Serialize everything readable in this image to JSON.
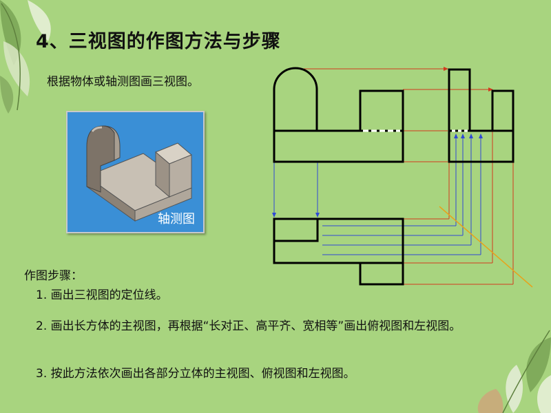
{
  "title": "4、三视图的作图方法与步骤",
  "intro": "根据物体或轴测图画三视图。",
  "axonometric_caption": "轴测图",
  "steps_heading": "作图步骤：",
  "steps": [
    "1. 画出三视图的定位线。",
    "2. 画出长方体的主视图，再根据“长对正、高平齐、宽相等”画出俯视图和左视图。",
    "3. 按此方法依次画出各部分立体的主视图、俯视图和左视图。"
  ],
  "colors": {
    "background": "#a8d47f",
    "projection_red": "#d23a1e",
    "projection_blue": "#2f49d6",
    "miter_orange": "#e8a21a",
    "caption_box": "#3a8fd6"
  },
  "decoration": [
    "leaf-corner-top-left",
    "leaf-corner-bottom-right"
  ]
}
